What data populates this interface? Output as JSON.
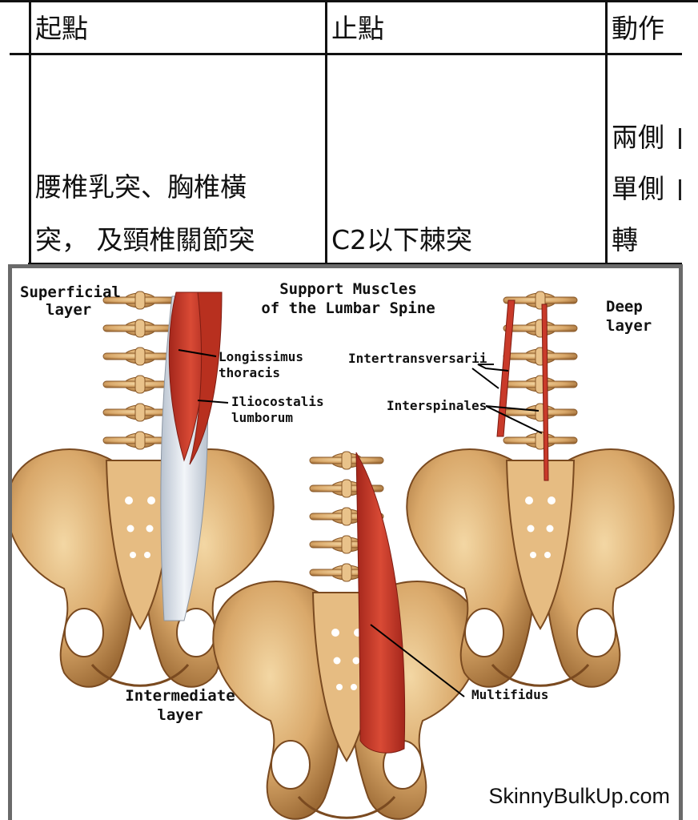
{
  "table": {
    "headers": [
      "起點",
      "止點",
      "動作"
    ],
    "row": {
      "origin_line1": "腰椎乳突、胸椎橫",
      "origin_line2": "突， 及頸椎關節突",
      "insertion": "C2以下棘突",
      "action_line1": "兩側",
      "action_line2": "單側",
      "action_line3": "轉"
    }
  },
  "figure": {
    "title_line1": "Support Muscles",
    "title_line2": "of the Lumbar Spine",
    "superficial_line1": "Superficial",
    "superficial_line2": "layer",
    "deep_line1": "Deep",
    "deep_line2": "layer",
    "intermediate_line1": "Intermediate",
    "intermediate_line2": "layer",
    "longissimus_line1": "Longissimus",
    "longissimus_line2": "thoracis",
    "iliocostalis_line1": "Iliocostalis",
    "iliocostalis_line2": "lumborum",
    "intertransversarii": "Intertransversarii",
    "interspinales": "Interspinales",
    "multifidus": "Multifidus",
    "credit": "SkinnyBulkUp.com"
  },
  "colors": {
    "bone": "#d9a86a",
    "bone_dark": "#9c6a35",
    "muscle": "#c93a2a",
    "tendon": "#dfe6ef"
  }
}
